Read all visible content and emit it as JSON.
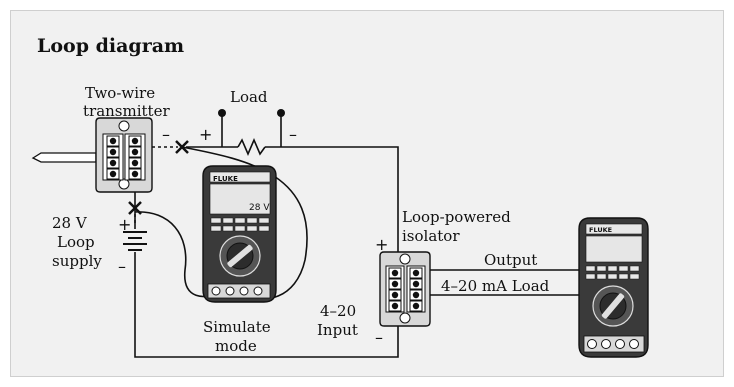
{
  "title": "Loop diagram",
  "labels": {
    "transmitter_line1": "Two-wire",
    "transmitter_line2": "transmitter",
    "load": "Load",
    "supply_line1": "28 V",
    "supply_line2": "Loop",
    "supply_line3": "supply",
    "isolator_line1": "Loop-powered",
    "isolator_line2": "isolator",
    "output": "Output",
    "output_load": "4–20 mA Load",
    "input_line1": "4–20",
    "input_line2": "Input",
    "simulate_line1": "Simulate",
    "simulate_line2": "mode"
  },
  "signs": {
    "plus": "+",
    "minus": "–"
  },
  "device_text": {
    "meter_brand": "FLUKE",
    "meter_reading": "28 V"
  },
  "colors": {
    "panel_bg": "#f1f1f1",
    "device_gray": "#d8d8d8",
    "meter_dark": "#3a3a3a",
    "line": "#111111"
  }
}
